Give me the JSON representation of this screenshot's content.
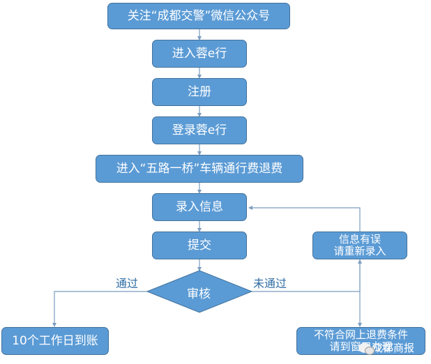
{
  "colors": {
    "box_fill": "#5b9bd5",
    "box_border": "#41719c",
    "connector": "#7a9cbf",
    "label_text": "#2f6da3"
  },
  "steps": [
    {
      "id": "follow",
      "label": "关注“成都交警”微信公众号"
    },
    {
      "id": "enter-app",
      "label": "进入蓉e行"
    },
    {
      "id": "register",
      "label": "注册"
    },
    {
      "id": "login",
      "label": "登录蓉e行"
    },
    {
      "id": "refund-entry",
      "label": "进入“五路一桥”车辆通行费退费"
    },
    {
      "id": "input-info",
      "label": "录入信息"
    },
    {
      "id": "submit",
      "label": "提交"
    }
  ],
  "decision": {
    "label": "审核",
    "yes_label": "通过",
    "no_label": "未通过"
  },
  "outcomes": {
    "approved": "10个工作日到账",
    "rejected_line1": "不符合网上退费条件",
    "rejected_line2": "请到窗口办理",
    "retry_line1": "信息有误",
    "retry_line2": "请重新录入"
  },
  "watermark": {
    "icon": "wechat-icon",
    "text": "成都商报"
  }
}
